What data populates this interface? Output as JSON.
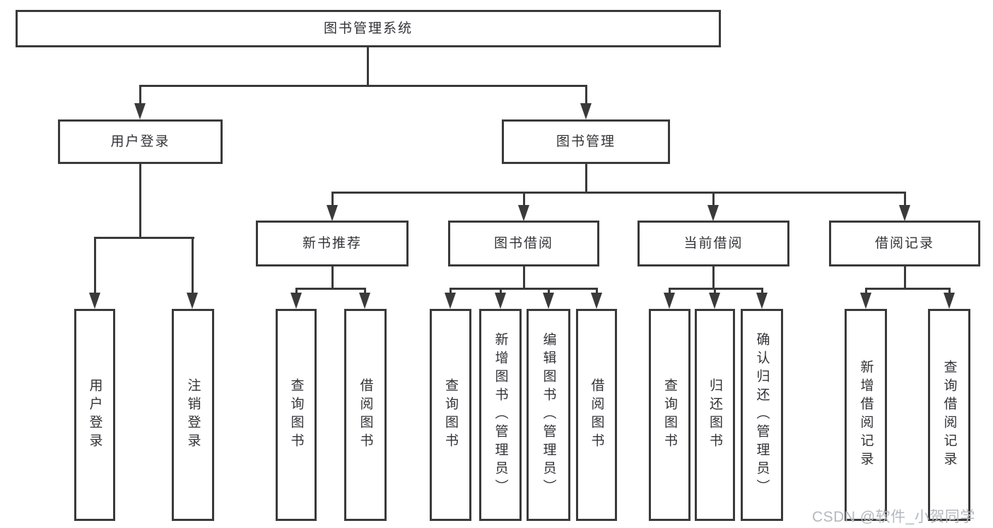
{
  "diagram": {
    "root": {
      "label": "图书管理系统"
    },
    "user": {
      "label": "用户登录",
      "children": [
        {
          "label": "用户登录"
        },
        {
          "label": "注销登录"
        }
      ]
    },
    "books": {
      "label": "图书管理",
      "groups": [
        {
          "label": "新书推荐",
          "children": [
            {
              "label": "查询图书"
            },
            {
              "label": "借阅图书"
            }
          ]
        },
        {
          "label": "图书借阅",
          "children": [
            {
              "label": "查询图书"
            },
            {
              "label": "新增图书（管理员）"
            },
            {
              "label": "编辑图书（管理员）"
            },
            {
              "label": "借阅图书"
            }
          ]
        },
        {
          "label": "当前借阅",
          "children": [
            {
              "label": "查询图书"
            },
            {
              "label": "归还图书"
            },
            {
              "label": "确认归还（管理员）"
            }
          ]
        },
        {
          "label": "借阅记录",
          "children": [
            {
              "label": "新增借阅记录"
            },
            {
              "label": "查询借阅记录"
            }
          ]
        }
      ]
    },
    "watermark": "CSDN @软件_小贺同学",
    "colors": {
      "line": "#3a3a3a",
      "text": "#333338",
      "watermark": "#b4b8bd",
      "background": "#ffffff"
    }
  }
}
